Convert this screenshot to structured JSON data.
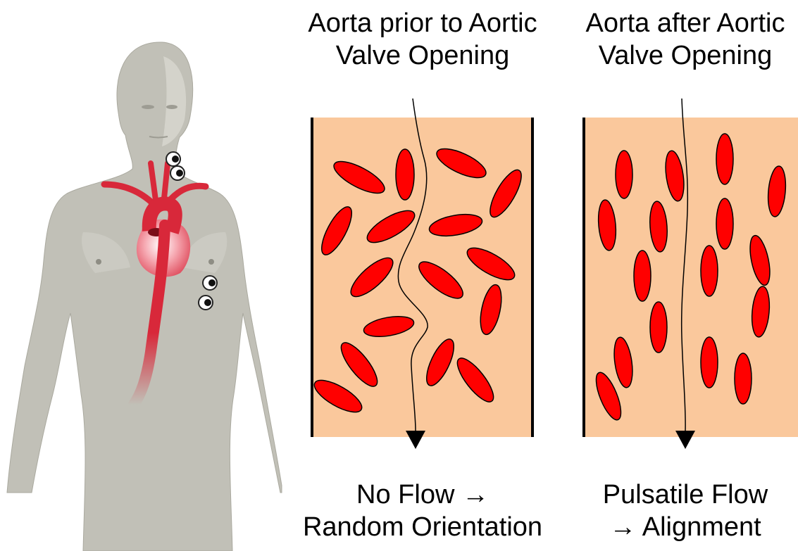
{
  "left_panel": {
    "title_line1": "Aorta prior to Aortic",
    "title_line2": "Valve Opening",
    "caption_line1": "No Flow →",
    "caption_line2": "Random Orientation"
  },
  "right_panel": {
    "title_line1": "Aorta after Aortic",
    "title_line2": "Valve Opening",
    "caption_line1": "Pulsatile Flow",
    "caption_line2": "→ Alignment"
  },
  "colors": {
    "vessel_fill": "#fac89c",
    "cell_fill": "#ff0000",
    "body_fill": "#c1c0b7",
    "aorta": "#d8283a"
  },
  "icons": [
    "human-body-illustration",
    "ecg-electrode-icon",
    "flow-arrow-icon"
  ]
}
